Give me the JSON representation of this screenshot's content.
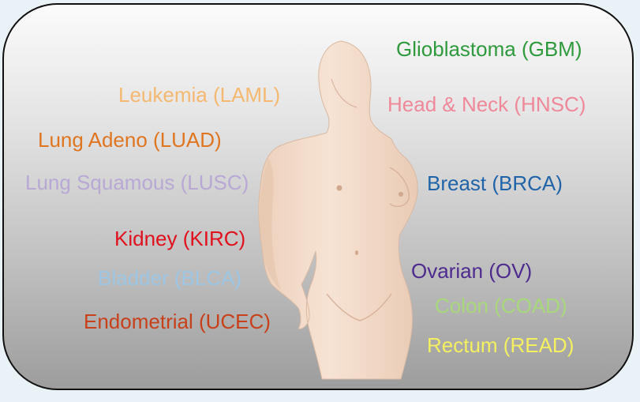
{
  "labels": [
    {
      "key": "gbm",
      "text": "Glioblastoma (GBM)",
      "color": "#2e9a3c"
    },
    {
      "key": "laml",
      "text": "Leukemia (LAML)",
      "color": "#f5b870"
    },
    {
      "key": "hnsc",
      "text": "Head & Neck (HNSC)",
      "color": "#ef8898"
    },
    {
      "key": "luad",
      "text": "Lung Adeno (LUAD)",
      "color": "#e07520"
    },
    {
      "key": "lusc",
      "text": "Lung Squamous (LUSC)",
      "color": "#b8a8d4"
    },
    {
      "key": "brca",
      "text": "Breast (BRCA)",
      "color": "#1f64a8"
    },
    {
      "key": "kirc",
      "text": "Kidney (KIRC)",
      "color": "#e0101c"
    },
    {
      "key": "blca",
      "text": "Bladder (BLCA)",
      "color": "#9cc6e4"
    },
    {
      "key": "ov",
      "text": "Ovarian (OV)",
      "color": "#4e2a8e"
    },
    {
      "key": "coad",
      "text": "Colon (COAD)",
      "color": "#a8d87a"
    },
    {
      "key": "ucec",
      "text": "Endometrial (UCEC)",
      "color": "#c8401a"
    },
    {
      "key": "read",
      "text": "Rectum (READ)",
      "color": "#f4f060"
    }
  ],
  "colors": {
    "skin": "#f4ddcc",
    "skin_shade": "#e5c4ac",
    "outline": "#111111"
  }
}
